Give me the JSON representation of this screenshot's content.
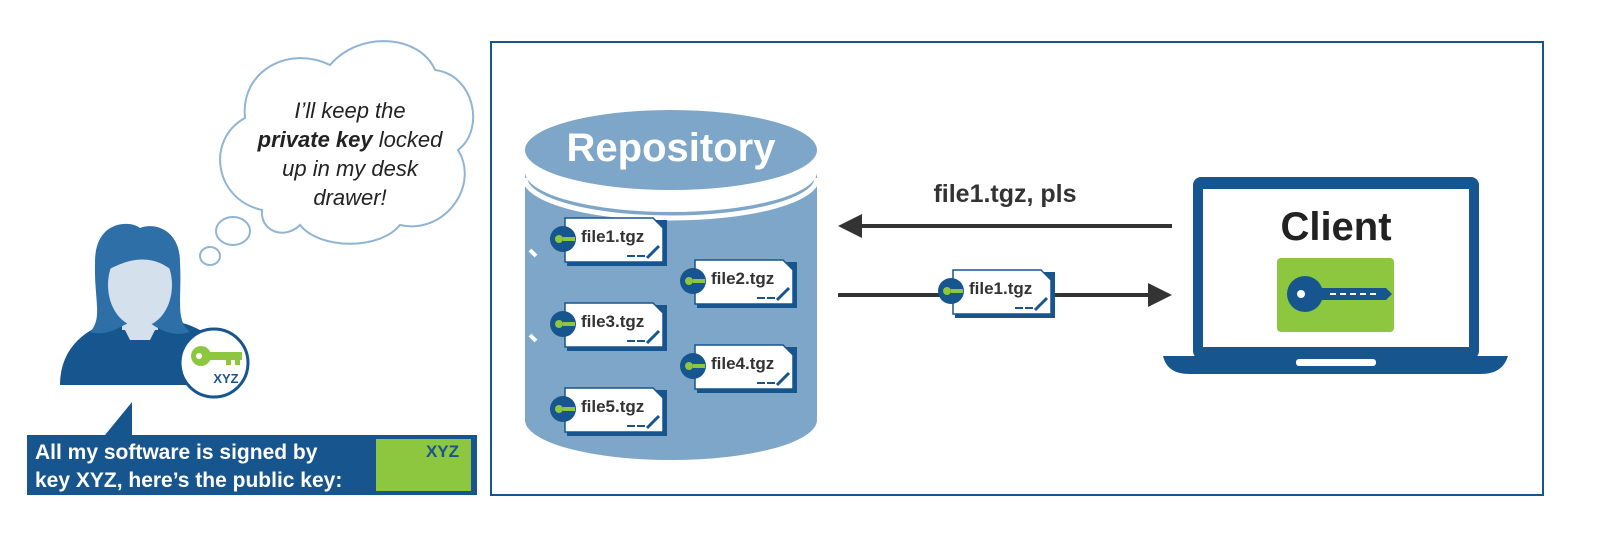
{
  "thought": {
    "line1": "I’ll keep the",
    "bold": "private key",
    "line2_rest": " locked",
    "line3": "up in my desk",
    "line4": "drawer!"
  },
  "user_key_badge": "XYZ",
  "speech": {
    "line1": "All my software is signed by",
    "line2": "key XYZ, here’s the public key:",
    "key_label": "XYZ"
  },
  "repository": {
    "title": "Repository",
    "files": [
      "file1.tgz",
      "file2.tgz",
      "file3.tgz",
      "file4.tgz",
      "file5.tgz"
    ]
  },
  "request_label": "file1.tgz, pls",
  "transfer_file": "file1.tgz",
  "client": {
    "title": "Client"
  },
  "colors": {
    "brand_blue": "#17558f",
    "mid_blue": "#2e6fa8",
    "repo_blue": "#7ea6c8",
    "key_green": "#8dc63f"
  }
}
